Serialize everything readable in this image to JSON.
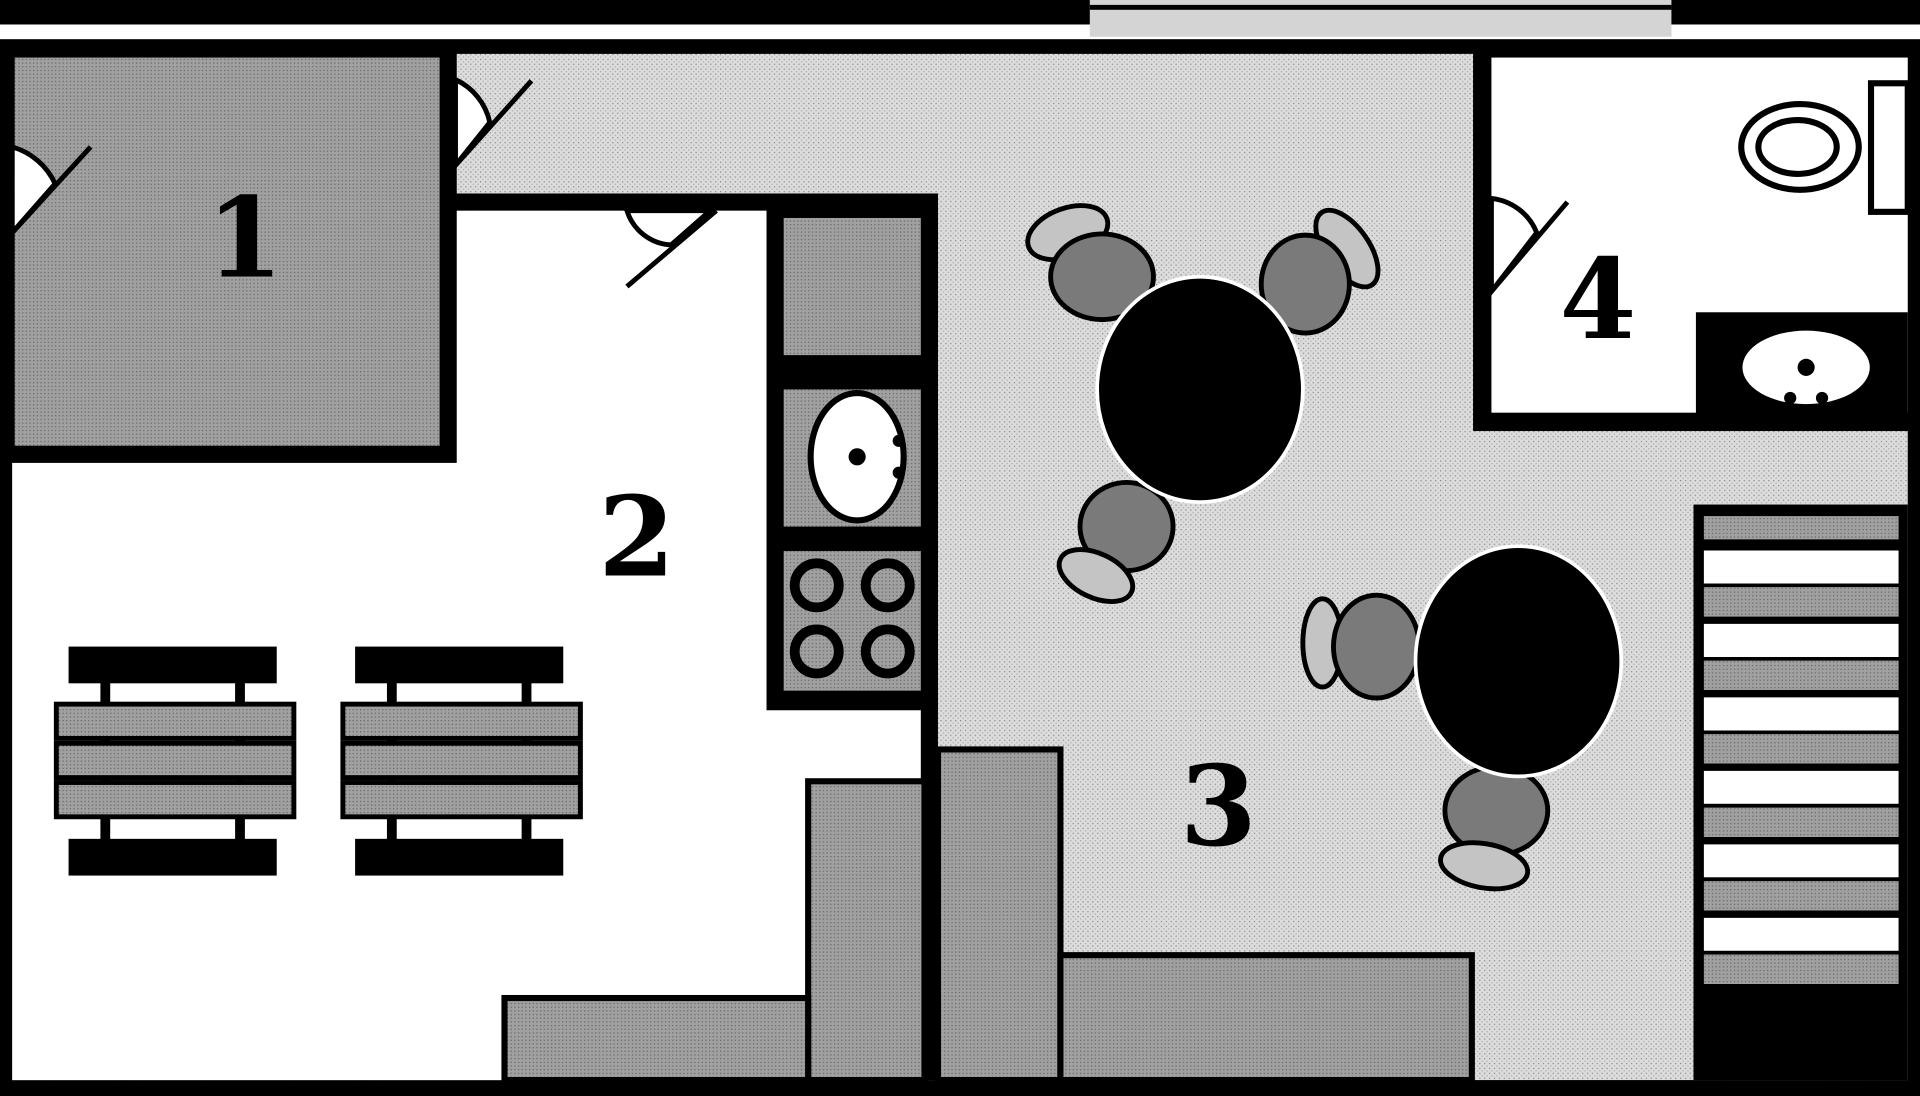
{
  "floor_plan": {
    "rooms": [
      {
        "label": "1"
      },
      {
        "label": "2"
      },
      {
        "label": "3"
      },
      {
        "label": "4"
      }
    ]
  },
  "colors": {
    "wall": "#000000",
    "room1": "#9a9a9a",
    "floor_speckle": "#d6d6d6",
    "fixture": "#a8a8a8",
    "chair": "#7a7a7a",
    "chair_back": "#c4c4c4"
  }
}
